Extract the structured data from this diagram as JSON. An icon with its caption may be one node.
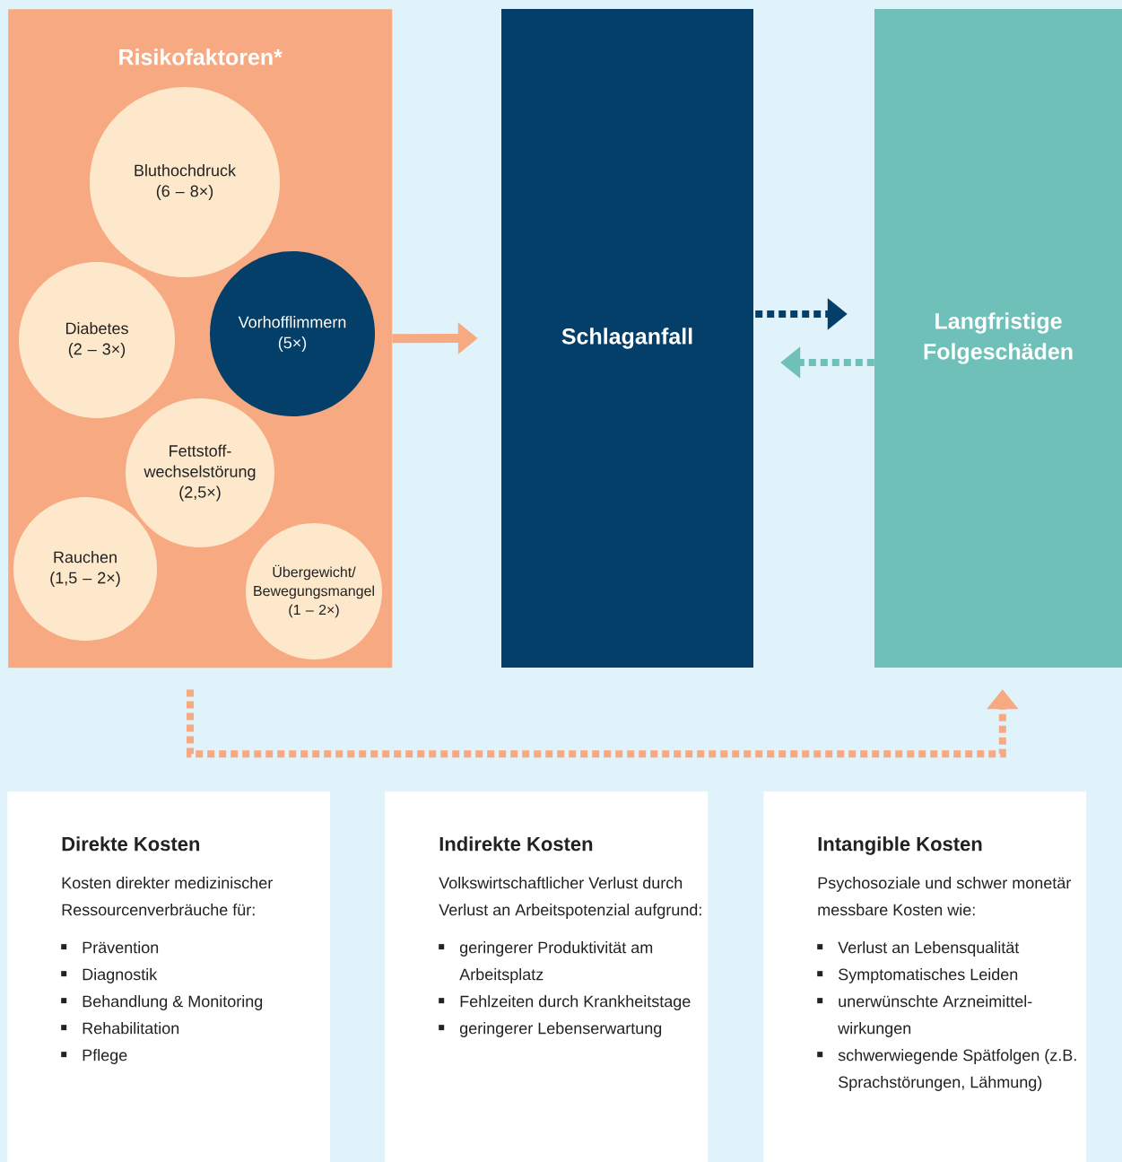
{
  "diagram": {
    "nodes": [
      {
        "text": [
          "Risikofaktoren*"
        ]
      },
      {
        "text": [
          "Bluthochdruck (6 – 8×)"
        ],
        "in": 0
      },
      {
        "text": [
          "Diabetes (2 – 3×)"
        ],
        "in": 0
      },
      {
        "text": [
          "Vorhofflimmern (5×)"
        ],
        "in": 0
      },
      {
        "text": [
          "Fettstoff- wechselstörung (2,5×)"
        ],
        "in": 0
      },
      {
        "text": [
          "Rauchen (1,5 – 2×)"
        ],
        "in": 0
      },
      {
        "text": [
          "Übergewicht/ Bewegungsmangel (1 – 2×)"
        ],
        "in": 0
      },
      {
        "text": [
          "Schlaganfall"
        ]
      },
      {
        "text": [
          "Langfristige Folgeschäden"
        ]
      },
      {
        "text": [
          "Direkte Kosten",
          "Kosten direkter medizinischer Ressourcenverbräuche für:",
          "Prävention",
          "Diagnostik",
          "Behandlung & Monitoring",
          "Rehabilitation",
          "Pflege"
        ]
      },
      {
        "text": [
          "Indirekte Kosten",
          "Volkswirtschaftlicher Verlust durch Verlust an Arbeitspotenzial aufgrund:",
          "geringerer Produktivität am Arbeitsplatz",
          "Fehlzeiten durch Krankheitstage",
          "geringerer Lebenserwartung"
        ]
      },
      {
        "text": [
          "Intangible Kosten",
          "Psychosoziale und schwer monetär messbare Kosten wie:",
          "Verlust an Lebensqualität",
          "Symptomatisches Leiden",
          "unerwünschte Arzneimittel- wirkungen",
          "schwerwiegende Spätfolgen (z.B. Sprachstörungen, Lähmung)"
        ]
      }
    ],
    "edges": [
      {
        "from": 0,
        "to": 7,
        "arrow": "to",
        "color": "#f7a982"
      },
      {
        "from": 7,
        "to": 8,
        "arrow": "to",
        "style": "dashed",
        "color": "#033f68"
      },
      {
        "from": 8,
        "to": 7,
        "arrow": "to",
        "style": "dashed",
        "color": "#6fc0b8"
      },
      {
        "from": 0,
        "to": 8,
        "arrow": "to",
        "style": "dashed",
        "color": "#f7a982"
      }
    ]
  }
}
